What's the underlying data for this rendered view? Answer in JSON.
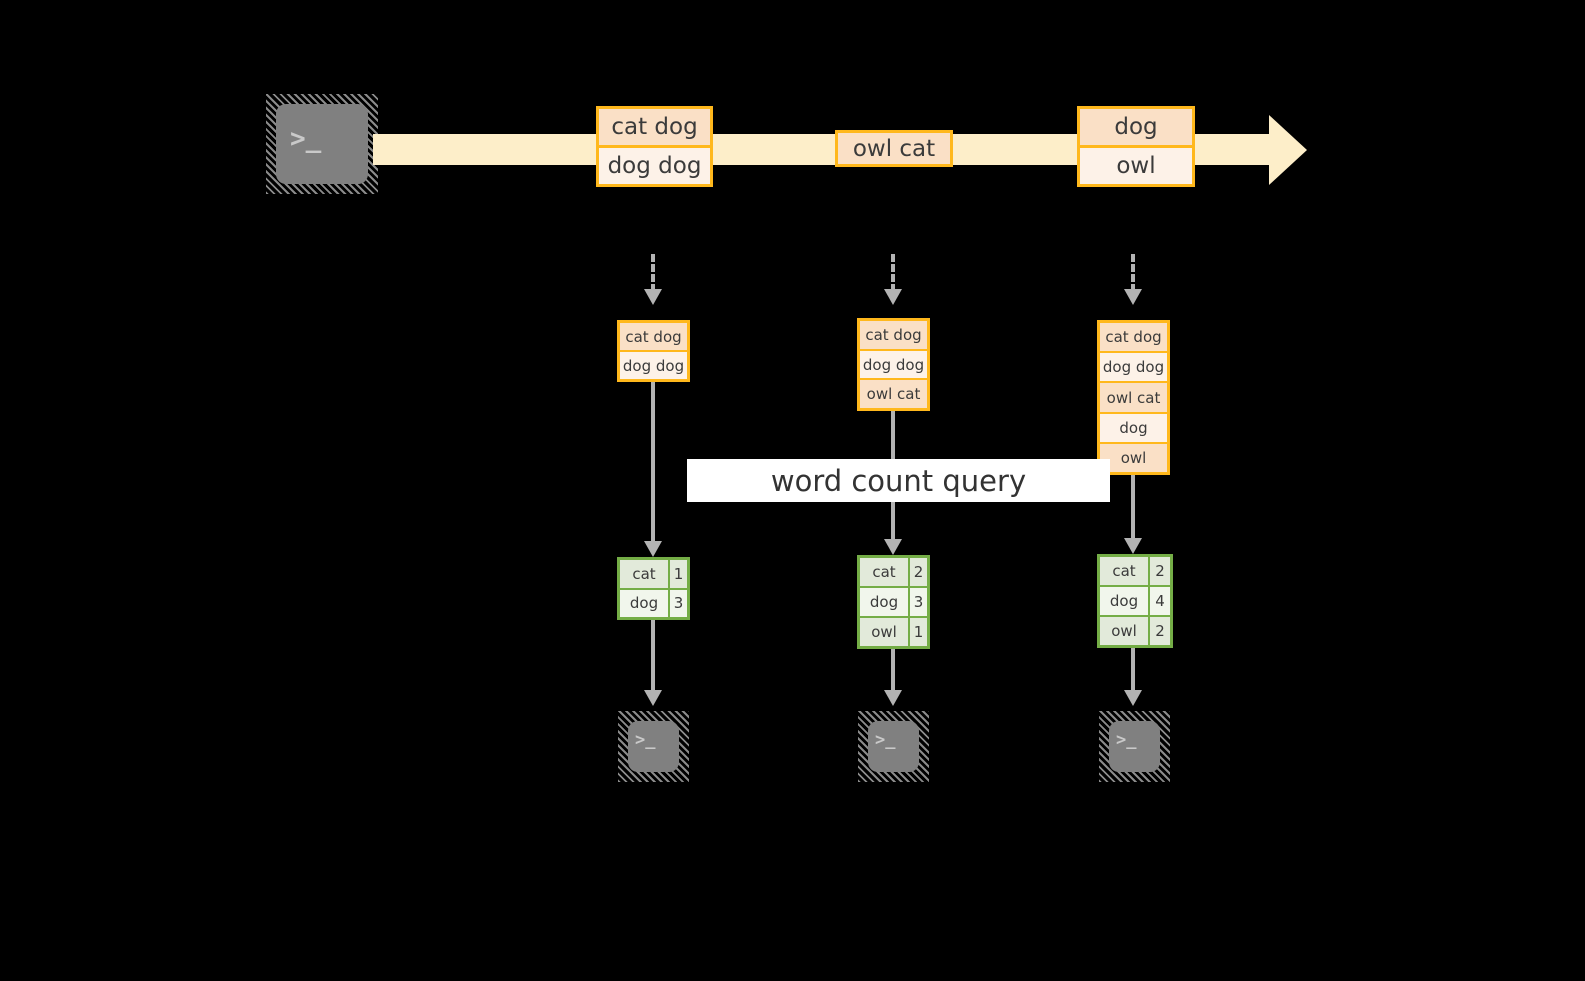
{
  "diagram": {
    "title": "word count query",
    "colors": {
      "event_border": "#ffb81c",
      "event_fill_dark": "#fae0c6",
      "event_fill_light": "#fdf2e8",
      "stream_band": "#fdeec9",
      "result_border": "#74ad46",
      "result_fill_dark": "#e2eada",
      "result_fill_light": "#f1f6ec",
      "connector": "#b3b3b3",
      "terminal_screen": "#808080",
      "label_background": "#ffffff",
      "text": "#3b3b3b",
      "background": "#000000"
    },
    "source": {
      "icon": "terminal-icon",
      "prompt": ">_"
    },
    "stream": {
      "direction_icon": "arrow-right-icon",
      "events": [
        {
          "id": "event-group-1",
          "rows": [
            "cat dog",
            "dog dog"
          ]
        },
        {
          "id": "event-group-2",
          "rows": [
            "owl cat"
          ]
        },
        {
          "id": "event-group-3",
          "rows": [
            "dog",
            "owl"
          ]
        }
      ]
    },
    "query_label": "word count query",
    "columns": [
      {
        "id": "snapshot-1",
        "input_rows": [
          "cat dog",
          "dog dog"
        ],
        "result_header": null,
        "result_rows": [
          {
            "word": "cat",
            "count": "1"
          },
          {
            "word": "dog",
            "count": "3"
          }
        ],
        "sink": {
          "icon": "terminal-icon",
          "prompt": ">_"
        }
      },
      {
        "id": "snapshot-2",
        "input_rows": [
          "cat dog",
          "dog dog",
          "owl cat"
        ],
        "result_header": null,
        "result_rows": [
          {
            "word": "cat",
            "count": "2"
          },
          {
            "word": "dog",
            "count": "3"
          },
          {
            "word": "owl",
            "count": "1"
          }
        ],
        "sink": {
          "icon": "terminal-icon",
          "prompt": ">_"
        }
      },
      {
        "id": "snapshot-3",
        "input_rows": [
          "cat dog",
          "dog dog",
          "owl cat",
          "dog",
          "owl"
        ],
        "result_header": null,
        "result_rows": [
          {
            "word": "cat",
            "count": "2"
          },
          {
            "word": "dog",
            "count": "4"
          },
          {
            "word": "owl",
            "count": "2"
          }
        ],
        "sink": {
          "icon": "terminal-icon",
          "prompt": ">_"
        }
      }
    ]
  }
}
